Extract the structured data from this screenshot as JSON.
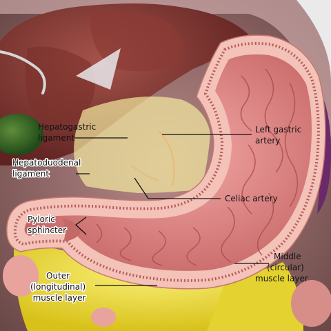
{
  "labels": {
    "hepatogastric": [
      "Hepatogastric",
      "ligament"
    ],
    "hepatoduodenal": [
      "Hepatoduodenal",
      "ligament"
    ],
    "left_gastric": [
      "Left gastric",
      "artery"
    ],
    "celiac": "Celiac artery",
    "pyloric": [
      "Pyloric",
      "sphincter"
    ],
    "middle": [
      "Middle",
      "(circular)",
      "muscle layer"
    ],
    "outer": [
      "Outer",
      "(longitudinal)",
      "muscle layer"
    ]
  }
}
